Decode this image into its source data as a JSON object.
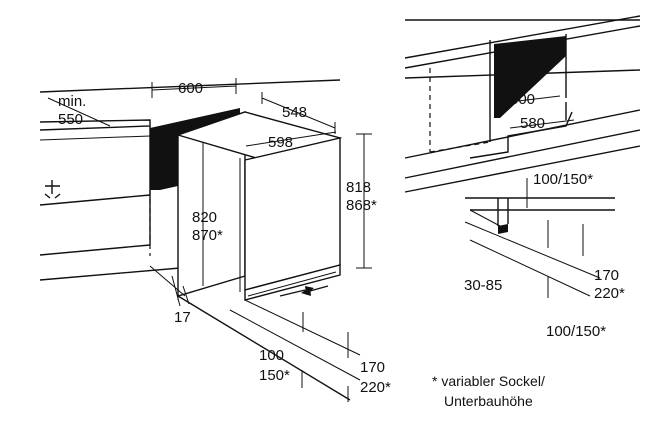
{
  "left_view": {
    "min_label": "min.",
    "min_value": "550",
    "niche_width": "600",
    "depth": "548",
    "appliance_width": "598",
    "height_a": "818",
    "height_a_alt": "868*",
    "height_b": "820",
    "height_b_alt": "870*",
    "door_gap": "17",
    "plinth_a": "100",
    "plinth_a_alt": "150*",
    "plinth_b": "170",
    "plinth_b_alt": "220*"
  },
  "right_view": {
    "niche_width": "600",
    "inner_width": "580",
    "plinth_top": "100/150*",
    "plinth_recess": "30-85",
    "plinth_h": "170",
    "plinth_h_alt": "220*",
    "plinth_bottom": "100/150*"
  },
  "footnote": {
    "line1": "* variabler Sockel/",
    "line2": "Unterbauhöhe"
  }
}
